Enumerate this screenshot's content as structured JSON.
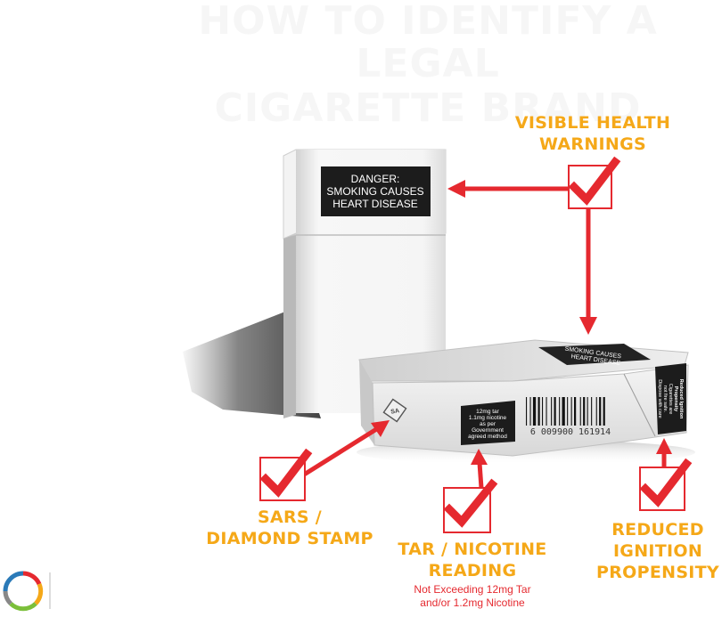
{
  "title": {
    "line1": "HOW TO IDENTIFY A LEGAL",
    "line2": "CIGARETTE BRAND"
  },
  "colors": {
    "accent_orange": "#f5a818",
    "accent_red": "#e5292f"
  },
  "pack_front": {
    "warning_line1": "DANGER:",
    "warning_line2": "SMOKING CAUSES",
    "warning_line3": "HEART DISEASE"
  },
  "pack_lying": {
    "tar_line1": "12mg tar",
    "tar_line2": "1.1mg nicotine",
    "tar_line3": "as per",
    "tar_line4": "Government",
    "tar_line5": "agreed method",
    "barcode_digits": "6 009900 161914",
    "ignition_line1": "Reduced Ignition",
    "ignition_line2": "Propensity",
    "ignition_line3": "Cigarettes are",
    "ignition_line4": "not fire safe.",
    "ignition_line5": "Dispose with care",
    "top_warning_line1": "SMOKING CAUSES",
    "top_warning_line2": "HEART DISEASE",
    "stamp_text": "SA"
  },
  "labels": {
    "health_line1": "VISIBLE HEALTH",
    "health_line2": "WARNINGS",
    "sars_line1": "SARS /",
    "sars_line2": "DIAMOND STAMP",
    "tar_line1": "TAR / NICOTINE",
    "tar_line2": "READING",
    "tar_sub_line1": "Not Exceeding 12mg Tar",
    "tar_sub_line2": "and/or 1.2mg Nicotine",
    "ignition_line1": "REDUCED",
    "ignition_line2": "IGNITION",
    "ignition_line3": "PROPENSITY"
  },
  "icons": [
    "check-icon",
    "logo-ring-icon"
  ]
}
